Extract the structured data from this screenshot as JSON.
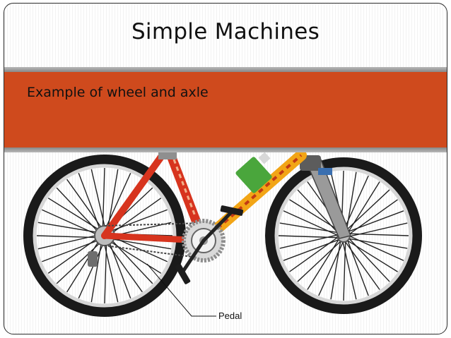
{
  "slide": {
    "title": "Simple Machines",
    "subtitle": "Example of wheel and axle"
  },
  "illustration": {
    "subject": "bicycle-icon",
    "callout_label": "Pedal"
  },
  "colors": {
    "banner": "#cf4a1d",
    "frame_red": "#d7341e",
    "tire": "#1a1a1a",
    "chain_ring": "#8d8d8d",
    "water_bottle": "#4aa63c"
  }
}
